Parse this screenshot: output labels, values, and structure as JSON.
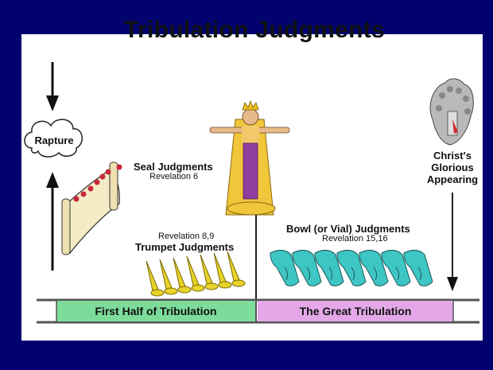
{
  "title": "Tribulation Judgments",
  "rapture": {
    "label": "Rapture"
  },
  "seal": {
    "title": "Seal Judgments",
    "ref": "Revelation 6"
  },
  "trumpet": {
    "title": "Trumpet Judgments",
    "ref": "Revelation 8,9"
  },
  "bowl": {
    "title": "Bowl (or Vial) Judgments",
    "ref": "Revelation 15,16"
  },
  "appearing": {
    "line1": "Christ's",
    "line2": "Glorious",
    "line3": "Appearing"
  },
  "timeline": {
    "first_half": "First Half of Tribulation",
    "second_half": "The Great Tribulation"
  },
  "colors": {
    "background": "#02026e",
    "panel": "#ffffff",
    "first_half": "#7ddc9a",
    "second_half": "#e4a8e8",
    "trumpet": "#e8d32a",
    "bowl": "#3ec6c4",
    "robe": "#8e3fa0",
    "wings": "#f0c63a"
  },
  "icons": [
    "arrow-down-icon",
    "cloud-icon",
    "arrow-up-icon",
    "scroll-icon",
    "crowned-figure-icon",
    "trumpet-icon",
    "bowl-icon",
    "saints-cloud-icon"
  ]
}
